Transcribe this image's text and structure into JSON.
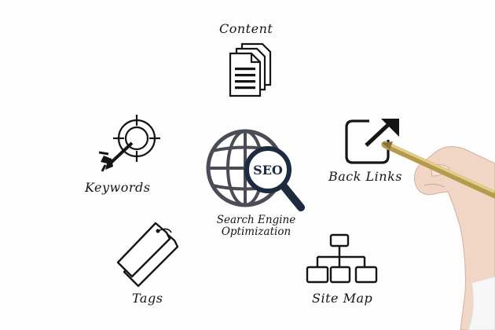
{
  "diagram": {
    "center": {
      "badge": "SEO",
      "line1": "Search Engine",
      "line2": "Optimization"
    },
    "nodes": {
      "content": "Content",
      "keywords": "Keywords",
      "back_links": "Back Links",
      "tags": "Tags",
      "site_map": "Site Map"
    },
    "icons": {
      "content": "documents-icon",
      "keywords": "target-crosshair-icon",
      "back_links": "external-link-icon",
      "tags": "tags-icon",
      "site_map": "sitemap-icon",
      "center": "globe-magnifier-icon"
    },
    "colors": {
      "ink": "#151515",
      "globe": "#4a4d57",
      "seo_ring": "#1d2b3f"
    }
  }
}
